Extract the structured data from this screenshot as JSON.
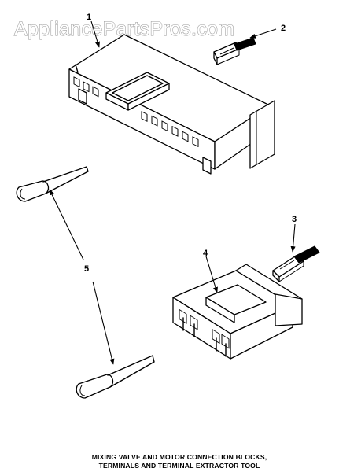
{
  "watermark": "AppliancePartsPros.com",
  "callouts": {
    "c1": "1",
    "c2": "2",
    "c3": "3",
    "c4": "4",
    "c5": "5"
  },
  "caption": {
    "line1": "MIXING VALVE AND MOTOR CONNECTION BLOCKS,",
    "line2": "TERMINALS AND TERMINAL EXTRACTOR TOOL"
  }
}
